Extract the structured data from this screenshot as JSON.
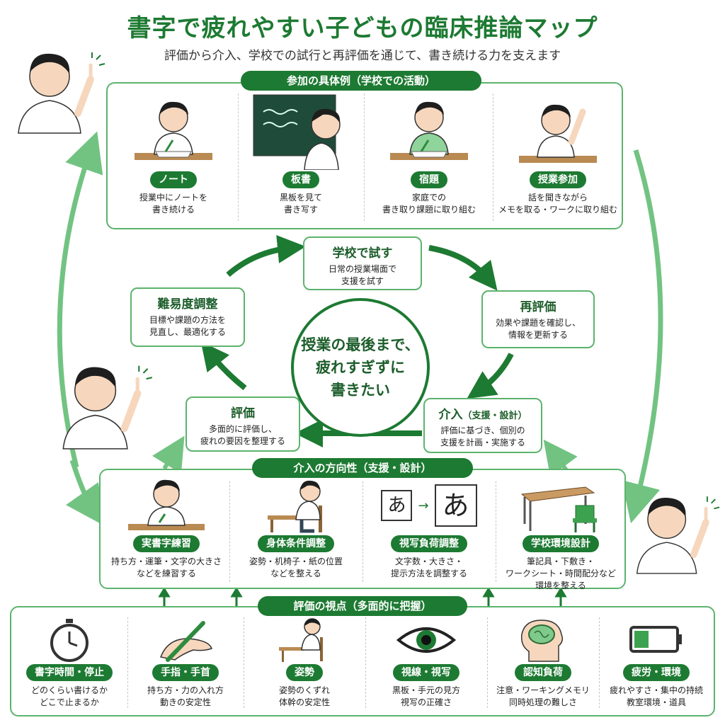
{
  "title": "書字で疲れやすい子どもの臨床推論マップ",
  "subtitle": "評価から介入、学校での試行と再評価を通じて、書き続ける力を支えます",
  "participation": {
    "header": "参加の具体例（学校での活動）",
    "items": [
      {
        "label": "ノート",
        "desc1": "授業中にノートを",
        "desc2": "書き続ける"
      },
      {
        "label": "板書",
        "desc1": "黒板を見て",
        "desc2": "書き写す"
      },
      {
        "label": "宿題",
        "desc1": "家庭での",
        "desc2": "書き取り課題に取り組む"
      },
      {
        "label": "授業参加",
        "desc1": "話を聞きながら",
        "desc2": "メモを取る・ワークに取り組む"
      }
    ]
  },
  "cycle": {
    "center1": "授業の最後まで、",
    "center2": "疲れすぎずに",
    "center3": "書きたい",
    "school": {
      "title": "学校で試す",
      "d1": "日常の授業場面で",
      "d2": "支援を試す"
    },
    "reeval": {
      "title": "再評価",
      "d1": "効果や課題を確認し、",
      "d2": "情報を更新する"
    },
    "intervene": {
      "title": "介入",
      "title_sub": "（支援・設計）",
      "d1": "評価に基づき、個別の",
      "d2": "支援を計画・実施する"
    },
    "evaluate": {
      "title": "評価",
      "d1": "多面的に評価し、",
      "d2": "疲れの要因を整理する"
    },
    "adjust": {
      "title": "難易度調整",
      "d1": "目標や課題の方法を",
      "d2": "見直し、最適化する"
    }
  },
  "intervention": {
    "header": "介入の方向性（支援・設計）",
    "items": [
      {
        "label": "実書字練習",
        "desc1": "持ち方・運筆・文字の大きさ",
        "desc2": "などを練習する"
      },
      {
        "label": "身体条件調整",
        "desc1": "姿勢・机椅子・紙の位置",
        "desc2": "などを整える"
      },
      {
        "label": "視写負荷調整",
        "desc1": "文字数・大きさ・",
        "desc2": "提示方法を調整する"
      },
      {
        "label": "学校環境設計",
        "desc1": "筆記具・下敷き・",
        "desc2": "ワークシート・時間配分など",
        "desc3": "環境を整える"
      }
    ],
    "char": "あ"
  },
  "viewpoints": {
    "header": "評価の視点（多面的に把握）",
    "items": [
      {
        "label": "書字時間・停止",
        "icon": "stopwatch-icon",
        "desc1": "どのくらい書けるか",
        "desc2": "どこで止まるか"
      },
      {
        "label": "手指・手首",
        "icon": "hand-pen-icon",
        "desc1": "持ち方・力の入れ方",
        "desc2": "動きの安定性"
      },
      {
        "label": "姿勢",
        "icon": "posture-icon",
        "desc1": "姿勢のくずれ",
        "desc2": "体幹の安定性"
      },
      {
        "label": "視線・視写",
        "icon": "eye-icon",
        "desc1": "黒板・手元の見方",
        "desc2": "視写の正確さ"
      },
      {
        "label": "認知負荷",
        "icon": "brain-icon",
        "desc1": "注意・ワーキングメモリ",
        "desc2": "同時処理の難しさ"
      },
      {
        "label": "疲労・環境",
        "icon": "battery-icon",
        "desc1": "疲れやすさ・集中の持続",
        "desc2": "教室環境・道具"
      }
    ]
  },
  "colors": {
    "primary": "#1d7a32",
    "accent": "#5cb36d",
    "light": "#eaf6ec"
  }
}
